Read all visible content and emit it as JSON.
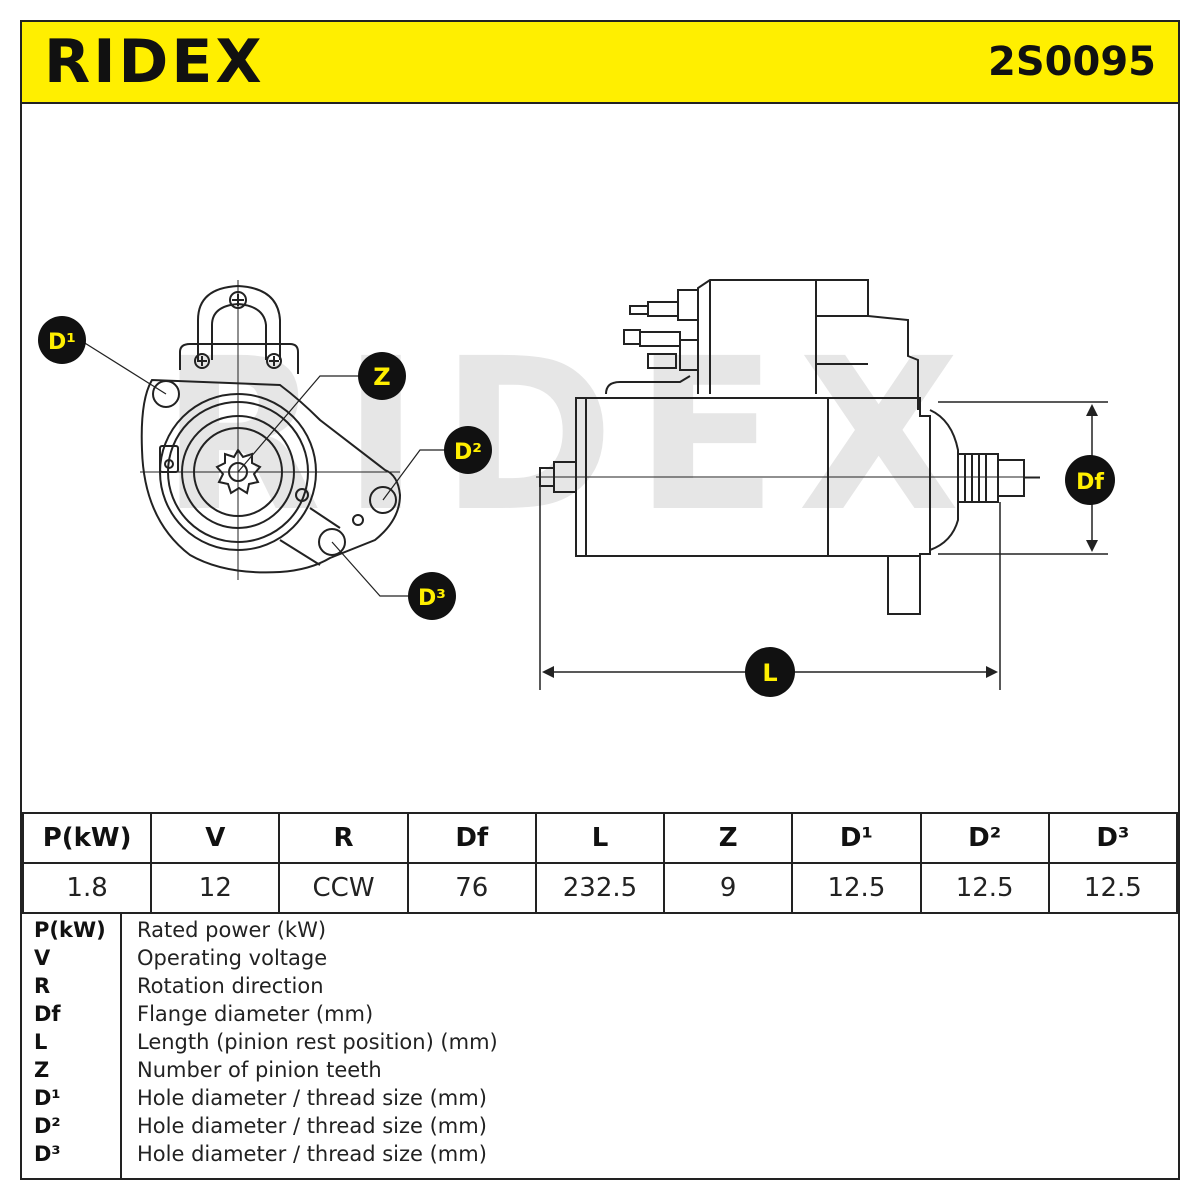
{
  "header": {
    "brand": "RIDEX",
    "part_number": "2S0095"
  },
  "callouts": {
    "d1": "D¹",
    "z": "Z",
    "d2": "D²",
    "d3": "D³",
    "df": "Df",
    "l": "L"
  },
  "watermark": "RIDEX",
  "spec_table": {
    "headers": [
      "P(kW)",
      "V",
      "R",
      "Df",
      "L",
      "Z",
      "D¹",
      "D²",
      "D³"
    ],
    "values": [
      "1.8",
      "12",
      "CCW",
      "76",
      "232.5",
      "9",
      "12.5",
      "12.5",
      "12.5"
    ]
  },
  "legend": [
    {
      "key": "P(kW)",
      "desc": "Rated power (kW)"
    },
    {
      "key": "V",
      "desc": "Operating voltage"
    },
    {
      "key": "R",
      "desc": "Rotation direction"
    },
    {
      "key": "Df",
      "desc": "Flange diameter (mm)"
    },
    {
      "key": "L",
      "desc": "Length (pinion rest position) (mm)"
    },
    {
      "key": "Z",
      "desc": "Number of pinion teeth"
    },
    {
      "key": "D¹",
      "desc": "Hole diameter / thread size (mm)"
    },
    {
      "key": "D²",
      "desc": "Hole diameter / thread size (mm)"
    },
    {
      "key": "D³",
      "desc": "Hole diameter / thread size (mm)"
    }
  ],
  "colors": {
    "brand_yellow": "#ffef00",
    "line": "#222222",
    "watermark": "#e6e6e6"
  }
}
